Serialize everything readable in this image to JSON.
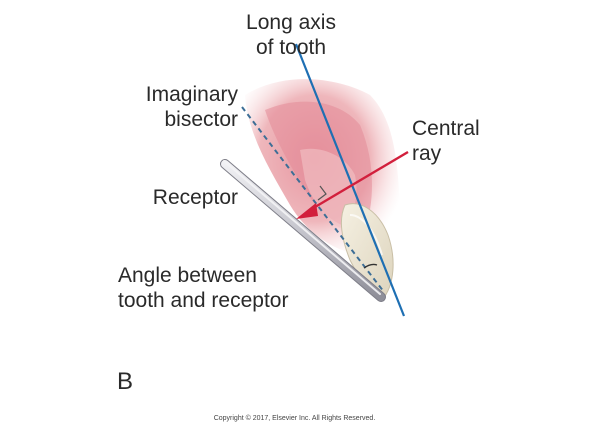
{
  "labels": {
    "long_axis_line1": "Long axis",
    "long_axis_line2": "of tooth",
    "bisector_line1": "Imaginary",
    "bisector_line2": "bisector",
    "central_ray_line1": "Central",
    "central_ray_line2": "ray",
    "receptor": "Receptor",
    "angle_line1": "Angle between",
    "angle_line2": "tooth and receptor"
  },
  "panel_letter": "B",
  "copyright": "Copyright © 2017, Elsevier Inc. All Rights Reserved.",
  "colors": {
    "gum_pink": "#e7a0a8",
    "tooth_enamel": "#efe9d6",
    "long_axis_line": "#1e6fb3",
    "bisector_line": "#3d6e96",
    "central_ray": "#d21f3c",
    "receptor_plate": "#c3c3cb"
  }
}
